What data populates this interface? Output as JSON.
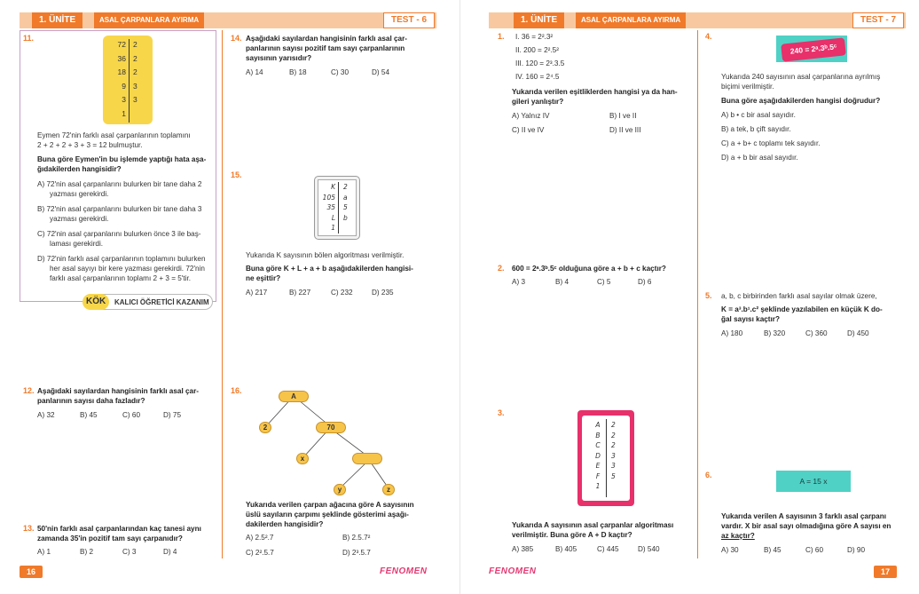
{
  "left": {
    "unite": "1. ÜNİTE",
    "title": "ASAL ÇARPANLARA AYIRMA",
    "test": "TEST - 6",
    "page_number": "16",
    "q11": {
      "num": "11.",
      "ladder_left": [
        "72",
        "36",
        "18",
        "9",
        "3",
        "1"
      ],
      "ladder_right": [
        "2",
        "2",
        "2",
        "3",
        "3",
        ""
      ],
      "text1": "Eymen 72'nin farklı asal çarpanlarının toplamını",
      "text2": "2 + 2 + 2 + 3 + 3 = 12 bulmuştur.",
      "question1": "Buna göre Eymen'in bu işlemde yaptığı hata aşa-",
      "question2": "ğıdakilerden hangisidir?",
      "a1": "A)  72'nin asal çarpanlarını bulurken bir tane daha 2",
      "a2": "yazması gerekirdi.",
      "b1": "B)  72'nin asal çarpanlarını bulurken bir tane daha 3",
      "b2": "yazması gerekirdi.",
      "c1": "C)  72'nin asal çarpanlarını bulurken önce 3 ile baş-",
      "c2": "laması gerekirdi.",
      "d1": "D)  72'nin farklı asal çarpanlarının toplamını bulurken",
      "d2": "her asal sayıyı bir kere yazması gerekirdi. 72'nin",
      "d3": "farklı asal çarpanlarının toplamı 2 + 3 = 5'tir.",
      "kok": "KÖK",
      "kok_text": "KALICI ÖĞRETİCİ KAZANIM"
    },
    "q12": {
      "num": "12.",
      "q1": "Aşağıdaki sayılardan hangisinin farklı asal çar-",
      "q2": "panlarının sayısı daha fazladır?",
      "options": [
        "A) 32",
        "B) 45",
        "C) 60",
        "D) 75"
      ]
    },
    "q13": {
      "num": "13.",
      "q1": "50'nin farklı asal çarpanlarından kaç tanesi aynı",
      "q2": "zamanda 35'in pozitif tam sayı çarpanıdır?",
      "options": [
        "A) 1",
        "B) 2",
        "C) 3",
        "D) 4"
      ]
    },
    "q14": {
      "num": "14.",
      "q1": "Aşağıdaki sayılardan hangisinin farklı asal çar-",
      "q2": "panlarının sayısı pozitif tam sayı çarpanlarının",
      "q3": "sayısının yarısıdır?",
      "options": [
        "A) 14",
        "B) 18",
        "C) 30",
        "D) 54"
      ]
    },
    "q15": {
      "num": "15.",
      "card_left": [
        "K",
        "105",
        "35",
        "L",
        "1"
      ],
      "card_right": [
        "2",
        "a",
        "5",
        "b",
        ""
      ],
      "text": "Yukarıda K sayısının bölen algoritması verilmiştir.",
      "q1": "Buna göre K + L + a + b aşağıdakilerden hangisi-",
      "q2": "ne eşittir?",
      "options": [
        "A) 217",
        "B) 227",
        "C) 232",
        "D) 235"
      ]
    },
    "q16": {
      "num": "16.",
      "nodes": {
        "a": "A",
        "two": "2",
        "seventy": "70",
        "x": "x",
        "y": "y",
        "z": "z"
      },
      "q1": "Yukarıda verilen çarpan ağacına göre A sayısının",
      "q2": "üslü sayıların çarpımı şeklinde gösterimi aşağı-",
      "q3": "dakilerden hangisidir?",
      "options": [
        "A) 2.5².7",
        "B) 2.5.7²",
        "C) 2².5.7",
        "D) 2³.5.7"
      ]
    },
    "brand": "FENOMEN"
  },
  "right": {
    "unite": "1. ÜNİTE",
    "title": "ASAL ÇARPANLARA AYIRMA",
    "test": "TEST - 7",
    "page_number": "17",
    "q1": {
      "num": "1.",
      "items": [
        "I.   36 = 2².3²",
        "II.  200 = 2².5²",
        "III.  120 = 2³.3.5",
        "IV.  160 = 2⁴.5"
      ],
      "q1": "Yukarıda verilen eşitliklerden hangisi ya da han-",
      "q2": "gileri yanlıştır?",
      "options": [
        "A) Yalnız IV",
        "B) I ve II",
        "C) II ve IV",
        "D) II ve III"
      ]
    },
    "q2": {
      "num": "2.",
      "q": "600 = 2ᵃ.3ᵇ.5ᶜ olduğuna göre a + b + c kaçtır?",
      "options": [
        "A) 3",
        "B) 4",
        "C) 5",
        "D) 6"
      ]
    },
    "q3": {
      "num": "3.",
      "card_left": [
        "A",
        "B",
        "C",
        "D",
        "E",
        "F",
        "1"
      ],
      "card_right": [
        "2",
        "2",
        "2",
        "3",
        "3",
        "5",
        ""
      ],
      "q1": "Yukarıda A sayısının asal çarpanlar algoritması",
      "q2": "verilmiştir. Buna göre A + D kaçtır?",
      "options": [
        "A) 385",
        "B) 405",
        "C) 445",
        "D) 540"
      ]
    },
    "q4": {
      "num": "4.",
      "badge": "240 = 2ᵃ.3ᵇ.5ᶜ",
      "text1": "Yukarıda 240 sayısının asal çarpanlarına ayrılmış",
      "text2": "biçimi verilmiştir.",
      "q": "Buna göre aşağıdakilerden hangisi doğrudur?",
      "options": [
        "A)  b • c bir asal sayıdır.",
        "B)  a tek, b çift sayıdır.",
        "C)  a + b+ c toplamı tek sayıdır.",
        "D)  a + b bir asal sayıdır."
      ]
    },
    "q5": {
      "num": "5.",
      "text": "a, b, c birbirinden farklı asal sayılar olmak üzere,",
      "q1": "K = a³.b¹.c² şeklinde yazılabilen en küçük K do-",
      "q2": "ğal sayısı kaçtır?",
      "options": [
        "A) 180",
        "B) 320",
        "C) 360",
        "D) 450"
      ]
    },
    "q6": {
      "num": "6.",
      "badge": "A = 15 x",
      "q1": "Yukarıda verilen A sayısının 3 farklı asal çarpanı",
      "q2": "vardır. X bir asal sayı olmadığına göre A sayısı en",
      "q3": "az kaçtır?",
      "options": [
        "A) 30",
        "B) 45",
        "C) 60",
        "D) 90"
      ]
    },
    "brand": "FENOMEN"
  },
  "colors": {
    "accent": "#f07a2a",
    "yellow": "#f7d64a",
    "pink": "#e8306b",
    "teal": "#4fd1c5"
  }
}
